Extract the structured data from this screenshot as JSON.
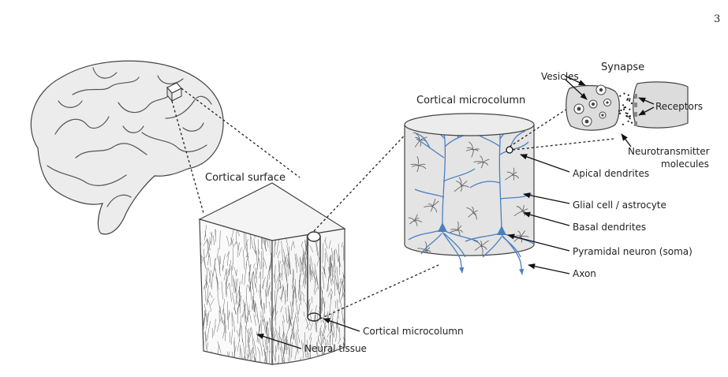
{
  "page_number": "3",
  "labels": {
    "cortical_surface": "Cortical surface",
    "cortical_microcolumn_title": "Cortical microcolumn",
    "synapse": "Synapse",
    "vesicles": "Vesicles",
    "receptors": "Receptors",
    "neurotransmitter_line1": "Neurotransmitter",
    "neurotransmitter_line2": "molecules",
    "apical_dendrites": "Apical dendrites",
    "glial_cell": "Glial cell / astrocyte",
    "basal_dendrites": "Basal dendrites",
    "pyramidal_neuron": "Pyramidal neuron (soma)",
    "axon": "Axon",
    "cortical_microcolumn_block": "Cortical microcolumn",
    "neural_tissue": "Neural tissue"
  },
  "colors": {
    "neuron": "#4a7fc1",
    "tissue_fill": "#e4e4e4",
    "outline": "#444444"
  }
}
